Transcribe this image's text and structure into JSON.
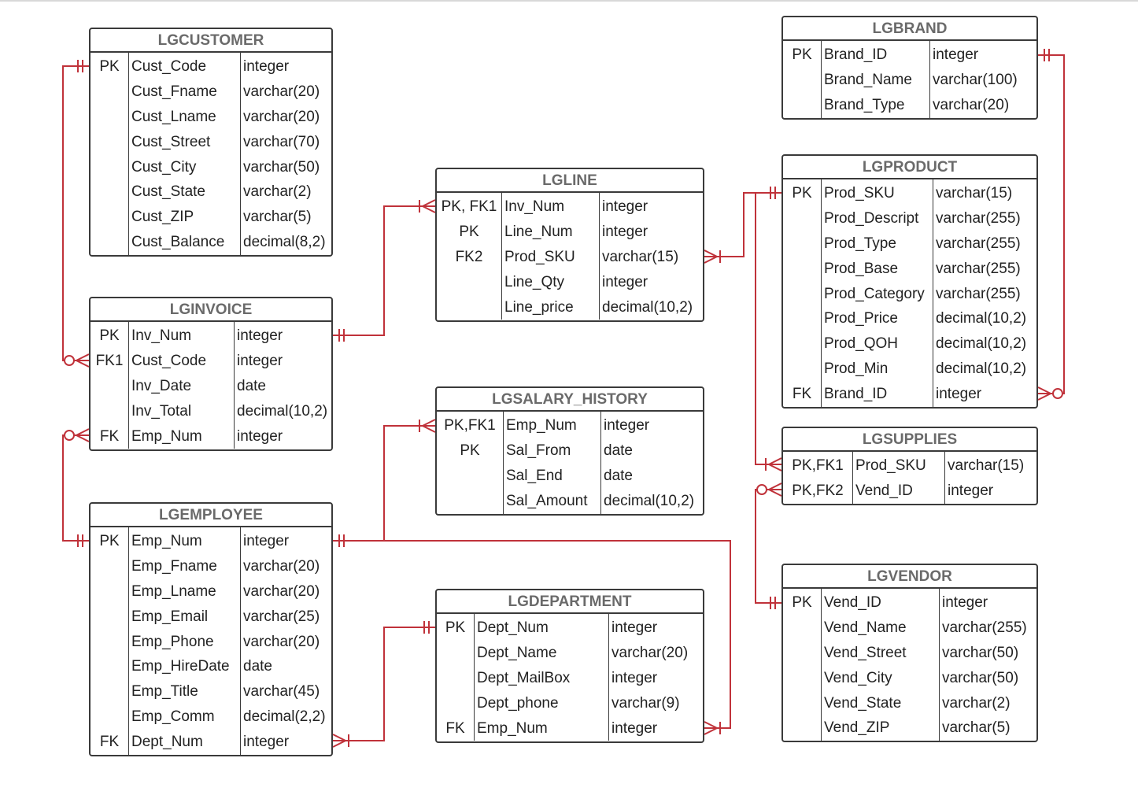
{
  "accent_color": "#c0323a",
  "entities": [
    {
      "id": "lgcustomer",
      "name": "LGCUSTOMER",
      "rows": [
        {
          "key": "PK",
          "field": "Cust_Code",
          "type": "integer"
        },
        {
          "key": "",
          "field": "Cust_Fname",
          "type": "varchar(20)"
        },
        {
          "key": "",
          "field": "Cust_Lname",
          "type": "varchar(20)"
        },
        {
          "key": "",
          "field": "Cust_Street",
          "type": "varchar(70)"
        },
        {
          "key": "",
          "field": "Cust_City",
          "type": "varchar(50)"
        },
        {
          "key": "",
          "field": "Cust_State",
          "type": "varchar(2)"
        },
        {
          "key": "",
          "field": "Cust_ZIP",
          "type": "varchar(5)"
        },
        {
          "key": "",
          "field": "Cust_Balance",
          "type": "decimal(8,2)"
        }
      ]
    },
    {
      "id": "lginvoice",
      "name": "LGINVOICE",
      "rows": [
        {
          "key": "PK",
          "field": "Inv_Num",
          "type": "integer"
        },
        {
          "key": "FK1",
          "field": "Cust_Code",
          "type": "integer"
        },
        {
          "key": "",
          "field": "Inv_Date",
          "type": "date"
        },
        {
          "key": "",
          "field": "Inv_Total",
          "type": "decimal(10,2)"
        },
        {
          "key": "FK",
          "field": "Emp_Num",
          "type": "integer"
        }
      ]
    },
    {
      "id": "lgemployee",
      "name": "LGEMPLOYEE",
      "rows": [
        {
          "key": "PK",
          "field": "Emp_Num",
          "type": "integer"
        },
        {
          "key": "",
          "field": "Emp_Fname",
          "type": "varchar(20)"
        },
        {
          "key": "",
          "field": "Emp_Lname",
          "type": "varchar(20)"
        },
        {
          "key": "",
          "field": "Emp_Email",
          "type": "varchar(25)"
        },
        {
          "key": "",
          "field": "Emp_Phone",
          "type": "varchar(20)"
        },
        {
          "key": "",
          "field": "Emp_HireDate",
          "type": "date"
        },
        {
          "key": "",
          "field": "Emp_Title",
          "type": "varchar(45)"
        },
        {
          "key": "",
          "field": "Emp_Comm",
          "type": "decimal(2,2)"
        },
        {
          "key": "FK",
          "field": "Dept_Num",
          "type": "integer"
        }
      ]
    },
    {
      "id": "lgline",
      "name": "LGLINE",
      "rows": [
        {
          "key": "PK, FK1",
          "field": "Inv_Num",
          "type": "integer"
        },
        {
          "key": "PK",
          "field": "Line_Num",
          "type": "integer"
        },
        {
          "key": "FK2",
          "field": "Prod_SKU",
          "type": "varchar(15)"
        },
        {
          "key": "",
          "field": "Line_Qty",
          "type": "integer"
        },
        {
          "key": "",
          "field": "Line_price",
          "type": "decimal(10,2)"
        }
      ]
    },
    {
      "id": "lgsalary_history",
      "name": "LGSALARY_HISTORY",
      "rows": [
        {
          "key": "PK,FK1",
          "field": "Emp_Num",
          "type": "integer"
        },
        {
          "key": "PK",
          "field": "Sal_From",
          "type": "date"
        },
        {
          "key": "",
          "field": "Sal_End",
          "type": "date"
        },
        {
          "key": "",
          "field": "Sal_Amount",
          "type": "decimal(10,2)"
        }
      ]
    },
    {
      "id": "lgdepartment",
      "name": "LGDEPARTMENT",
      "rows": [
        {
          "key": "PK",
          "field": "Dept_Num",
          "type": "integer"
        },
        {
          "key": "",
          "field": "Dept_Name",
          "type": "varchar(20)"
        },
        {
          "key": "",
          "field": "Dept_MailBox",
          "type": "integer"
        },
        {
          "key": "",
          "field": "Dept_phone",
          "type": "varchar(9)"
        },
        {
          "key": "FK",
          "field": "Emp_Num",
          "type": "integer"
        }
      ]
    },
    {
      "id": "lgbrand",
      "name": "LGBRAND",
      "rows": [
        {
          "key": "PK",
          "field": "Brand_ID",
          "type": "integer"
        },
        {
          "key": "",
          "field": "Brand_Name",
          "type": "varchar(100)"
        },
        {
          "key": "",
          "field": "Brand_Type",
          "type": "varchar(20)"
        }
      ]
    },
    {
      "id": "lgproduct",
      "name": "LGPRODUCT",
      "rows": [
        {
          "key": "PK",
          "field": "Prod_SKU",
          "type": "varchar(15)"
        },
        {
          "key": "",
          "field": "Prod_Descript",
          "type": "varchar(255)"
        },
        {
          "key": "",
          "field": "Prod_Type",
          "type": "varchar(255)"
        },
        {
          "key": "",
          "field": "Prod_Base",
          "type": "varchar(255)"
        },
        {
          "key": "",
          "field": "Prod_Category",
          "type": "varchar(255)"
        },
        {
          "key": "",
          "field": "Prod_Price",
          "type": "decimal(10,2)"
        },
        {
          "key": "",
          "field": "Prod_QOH",
          "type": "decimal(10,2)"
        },
        {
          "key": "",
          "field": "Prod_Min",
          "type": "decimal(10,2)"
        },
        {
          "key": "FK",
          "field": "Brand_ID",
          "type": "integer"
        }
      ]
    },
    {
      "id": "lgsupplies",
      "name": "LGSUPPLIES",
      "rows": [
        {
          "key": "PK,FK1",
          "field": "Prod_SKU",
          "type": "varchar(15)"
        },
        {
          "key": "PK,FK2",
          "field": "Vend_ID",
          "type": "integer"
        }
      ]
    },
    {
      "id": "lgvendor",
      "name": "LGVENDOR",
      "rows": [
        {
          "key": "PK",
          "field": "Vend_ID",
          "type": "integer"
        },
        {
          "key": "",
          "field": "Vend_Name",
          "type": "varchar(255)"
        },
        {
          "key": "",
          "field": "Vend_Street",
          "type": "varchar(50)"
        },
        {
          "key": "",
          "field": "Vend_City",
          "type": "varchar(50)"
        },
        {
          "key": "",
          "field": "Vend_State",
          "type": "varchar(2)"
        },
        {
          "key": "",
          "field": "Vend_ZIP",
          "type": "varchar(5)"
        }
      ]
    }
  ],
  "relationships": [
    {
      "from": "lgcustomer",
      "to": "lginvoice",
      "from_card": "one-mandatory",
      "to_card": "many-optional"
    },
    {
      "from": "lginvoice",
      "to": "lgline",
      "from_card": "one-mandatory",
      "to_card": "many-mandatory"
    },
    {
      "from": "lgemployee",
      "to": "lginvoice",
      "from_card": "one-mandatory",
      "to_card": "many-optional"
    },
    {
      "from": "lgemployee",
      "to": "lgsalary_history",
      "from_card": "one-mandatory",
      "to_card": "many-mandatory"
    },
    {
      "from": "lgdepartment",
      "to": "lgemployee",
      "from_card": "one-mandatory",
      "to_card": "many-mandatory"
    },
    {
      "from": "lgemployee",
      "to": "lgdepartment",
      "from_card": "one-mandatory",
      "to_card": "many-mandatory"
    },
    {
      "from": "lgproduct",
      "to": "lgline",
      "from_card": "one-mandatory",
      "to_card": "many-mandatory"
    },
    {
      "from": "lgproduct",
      "to": "lgsupplies",
      "from_card": "one-mandatory",
      "to_card": "many-mandatory"
    },
    {
      "from": "lgbrand",
      "to": "lgproduct",
      "from_card": "one-mandatory",
      "to_card": "many-optional"
    },
    {
      "from": "lgvendor",
      "to": "lgsupplies",
      "from_card": "one-mandatory",
      "to_card": "many-optional"
    }
  ]
}
